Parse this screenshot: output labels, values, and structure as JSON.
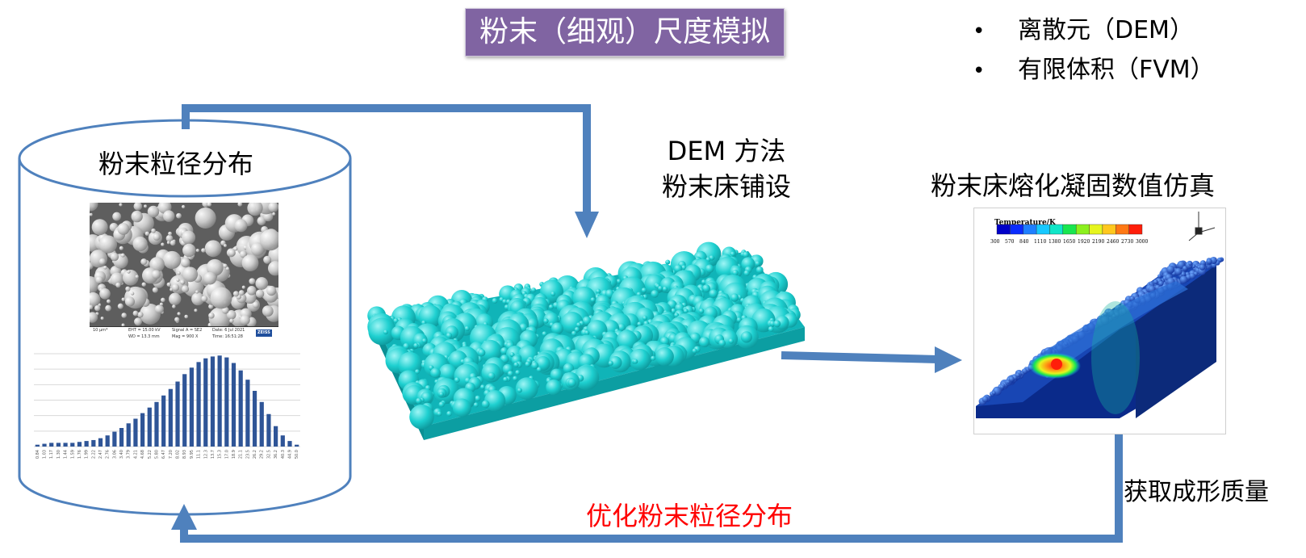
{
  "title": "粉末（细观）尺度模拟",
  "methods": [
    "离散元（DEM）",
    "有限体积（FVM）"
  ],
  "cylinder_label": "粉末粒径分布",
  "dem_label_line1": "DEM 方法",
  "dem_label_line2": "粉末床铺设",
  "simulation_label": "粉末床熔化凝固数值仿真",
  "quality_label": "获取成形质量",
  "optimize_label": "优化粉末粒径分布",
  "sem_footer": {
    "scale": "10 µm*",
    "eht": "EHT = 15.00 kV",
    "wd": "WD = 13.3 mm",
    "signal": "Signal A = SE2",
    "mag": "Mag = 900 X",
    "date": "Date: 6 Jul 2021",
    "time": "Time: 16:51:28",
    "brand": "ZEISS"
  },
  "legend": {
    "title": "Temperature/K",
    "ticks": [
      "300",
      "570",
      "840",
      "1110",
      "1380",
      "1650",
      "1920",
      "2190",
      "2460",
      "2730",
      "3000"
    ],
    "colors": [
      "#0000c8",
      "#0a2cff",
      "#1f7fff",
      "#17c8ff",
      "#10e6c8",
      "#19e650",
      "#8cf01e",
      "#e6f51e",
      "#ffc81e",
      "#ff7814",
      "#ff1e0a"
    ]
  },
  "colors": {
    "title_bg": "#8064a2",
    "arrow": "#4f81bd",
    "bar": "#2f5597",
    "powder": "#16c4c4",
    "optimize_text": "#ff0000"
  },
  "histogram": {
    "values": [
      2,
      3,
      4,
      4,
      4,
      4,
      5,
      6,
      7,
      9,
      12,
      16,
      20,
      25,
      30,
      36,
      42,
      48,
      55,
      62,
      70,
      78,
      85,
      91,
      95,
      97,
      98,
      96,
      90,
      82,
      72,
      60,
      48,
      35,
      22,
      12,
      6,
      2
    ],
    "tick_labels": [
      "0.84",
      "1.03",
      "1.17",
      "1.30",
      "1.44",
      "1.59",
      "1.76",
      "1.99",
      "2.22",
      "2.47",
      "2.76",
      "3.06",
      "3.40",
      "3.79",
      "4.21",
      "4.68",
      "5.22",
      "5.80",
      "6.47",
      "7.20",
      "8.02",
      "8.93",
      "9.95",
      "11.1",
      "12.3",
      "13.7",
      "15.3",
      "17.0",
      "18.9",
      "21.1",
      "23.5",
      "26.2",
      "29.2",
      "32.5",
      "36.2",
      "40.3",
      "44.9",
      "50.0"
    ]
  }
}
